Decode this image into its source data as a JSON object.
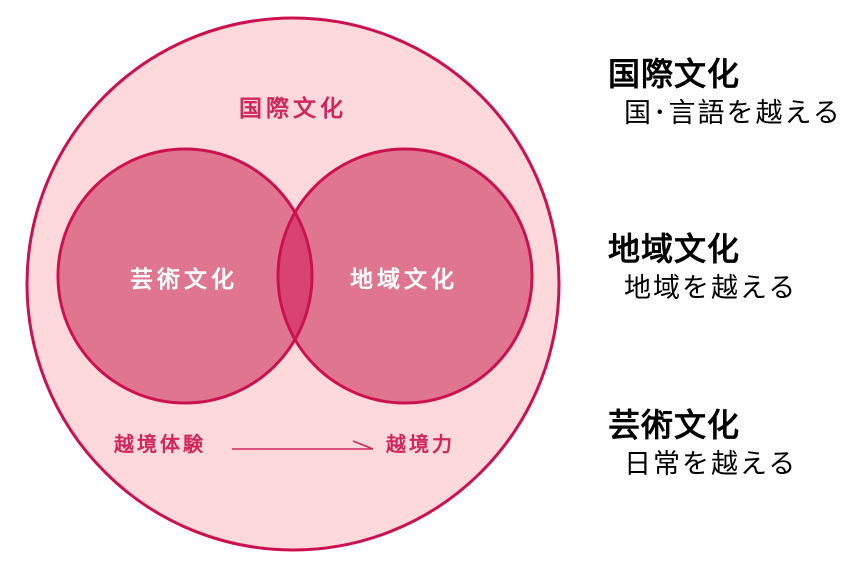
{
  "diagram": {
    "outer_label": "国際文化",
    "left_label": "芸術文化",
    "right_label": "地域文化",
    "flow_from": "越境体験",
    "flow_to": "越境力",
    "colors": {
      "outer_fill": "#fdd9dc",
      "stroke": "#cc1150",
      "inner_fill": "#e07590",
      "overlap_fill": "#d84472",
      "label_dark": "#d0285e",
      "label_light": "#ffffff"
    }
  },
  "legend": [
    {
      "title": "国際文化",
      "desc": "国･言語を越える"
    },
    {
      "title": "地域文化",
      "desc": "地域を越える"
    },
    {
      "title": "芸術文化",
      "desc": "日常を越える"
    }
  ]
}
